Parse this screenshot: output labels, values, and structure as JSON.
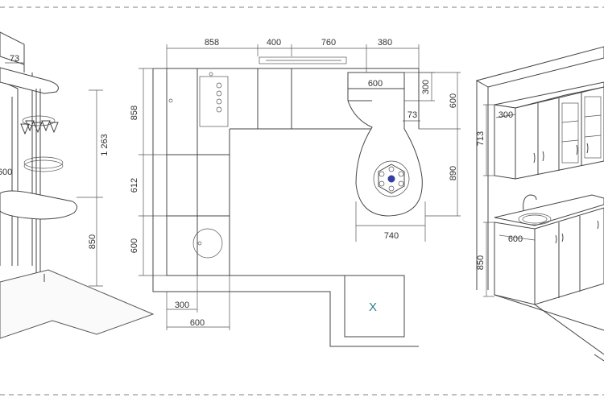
{
  "plan": {
    "top_dims": [
      "858",
      "400",
      "760",
      "380"
    ],
    "left_dims": [
      "858",
      "612",
      "600"
    ],
    "bottom_dims": [
      "300",
      "600"
    ],
    "island_top": "600",
    "island_right_a": "300",
    "island_right_b": "600",
    "island_notch": "73",
    "island_height": "890",
    "island_width": "740",
    "door_mark": "X"
  },
  "left_view": {
    "top_dim": "73",
    "side_dim": "600",
    "height_upper": "1 263",
    "height_lower": "850"
  },
  "right_view": {
    "cabinet_depth": "300",
    "cabinet_height": "713",
    "counter_depth": "600",
    "counter_height": "850"
  },
  "colors": {
    "line": "#444444",
    "accent": "#2a7f8f",
    "hob": "#3340a0"
  }
}
